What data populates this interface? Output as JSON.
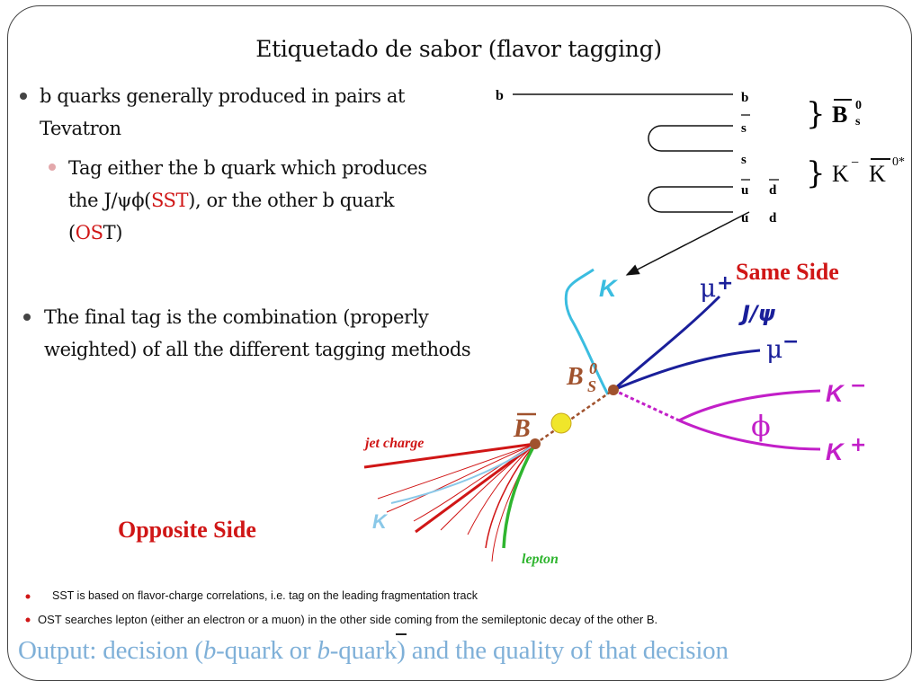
{
  "title": "Etiquetado de sabor (flavor tagging)",
  "bullets": {
    "b1": {
      "line1": "b quarks generally produced in pairs at",
      "line2": "Tevatron"
    },
    "b1_sub": {
      "line1": "Tag either the b quark which  produces",
      "line2_pre": "the J/ψϕ(",
      "line2_sst": "SST",
      "line2_post": "), or the other b quark",
      "line3_pre": "(",
      "line3_ost": "OS",
      "line3_post": "T)"
    },
    "b2": {
      "line1": "The final tag is the combination (properly",
      "line2": "weighted) of all the different tagging methods"
    }
  },
  "notes": {
    "sst": "SST is based on flavor-charge correlations,  i.e. tag on the leading fragmentation track",
    "ost": "OST searches lepton (either an electron or a muon) in the other side coming from the semileptonic decay of the other B."
  },
  "output": {
    "pre": "Output: decision (",
    "b1": "b",
    "mid": "-quark or ",
    "b2": "b",
    "post": "-quark) and the quality of that decision"
  },
  "quark_diagram": {
    "b_left": "b",
    "right_col": [
      "b",
      "s",
      "s",
      "u",
      "u"
    ],
    "right_col2": [
      "d",
      "d"
    ],
    "bs_label": "B",
    "bs_sup": "0",
    "bs_sub": "s",
    "k_label": "K",
    "k_sup": "−",
    "kbar_label": "K",
    "kbar_sup": "0*"
  },
  "event": {
    "same_side": "Same Side",
    "opposite_side": "Opposite Side",
    "k_top": "K",
    "mu_plus": "μ",
    "mu_plus_sup": "+",
    "jpsi": "J/ψ",
    "mu_minus": "μ",
    "mu_minus_sup": "−",
    "bs": "B",
    "bs_sup": "0",
    "bs_sub": "S",
    "k_minus": "K",
    "k_minus_sup": "−",
    "phi": "ϕ",
    "k_plus": "K",
    "k_plus_sup": "+",
    "bbar": "B",
    "jet_charge": "jet charge",
    "k_bottom": "K",
    "lepton": "lepton"
  },
  "colors": {
    "red": "#d01616",
    "cyan": "#3bbde0",
    "navy": "#1a1f9a",
    "magenta": "#c21fc8",
    "green": "#2fb52f",
    "brown": "#a0522d",
    "yellow": "#f0e62a",
    "output": "#7fb0d8"
  }
}
